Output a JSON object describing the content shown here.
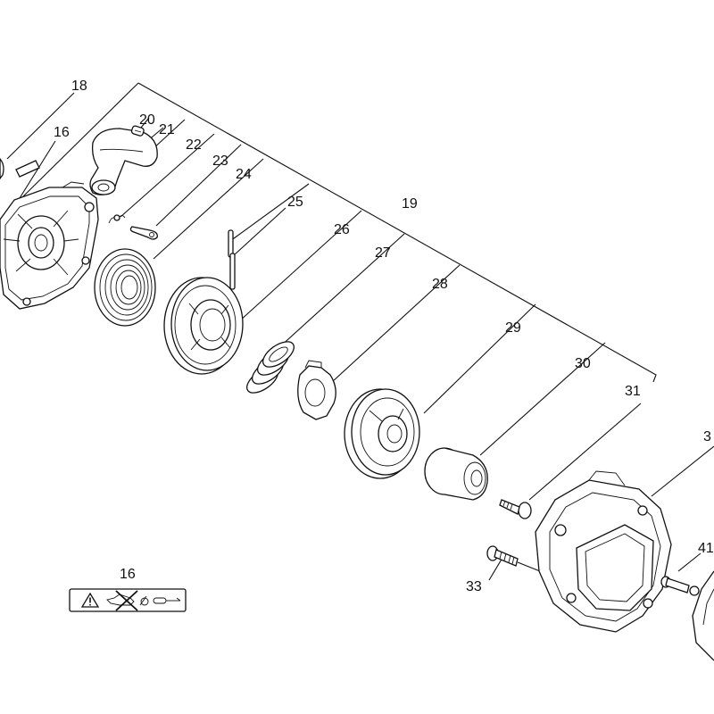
{
  "diagram": {
    "callouts": [
      {
        "id": "c18",
        "label": "18"
      },
      {
        "id": "c16",
        "label": "16"
      },
      {
        "id": "c20",
        "label": "20"
      },
      {
        "id": "c21",
        "label": "21"
      },
      {
        "id": "c22",
        "label": "22"
      },
      {
        "id": "c23",
        "label": "23"
      },
      {
        "id": "c24",
        "label": "24"
      },
      {
        "id": "c25",
        "label": "25"
      },
      {
        "id": "c26",
        "label": "26"
      },
      {
        "id": "c19",
        "label": "19"
      },
      {
        "id": "c27",
        "label": "27"
      },
      {
        "id": "c28",
        "label": "28"
      },
      {
        "id": "c29",
        "label": "29"
      },
      {
        "id": "c30",
        "label": "30"
      },
      {
        "id": "c31",
        "label": "31"
      },
      {
        "id": "c32",
        "label": "3"
      },
      {
        "id": "c41",
        "label": "41"
      },
      {
        "id": "c33",
        "label": "33"
      },
      {
        "id": "c16b",
        "label": "16"
      }
    ]
  }
}
